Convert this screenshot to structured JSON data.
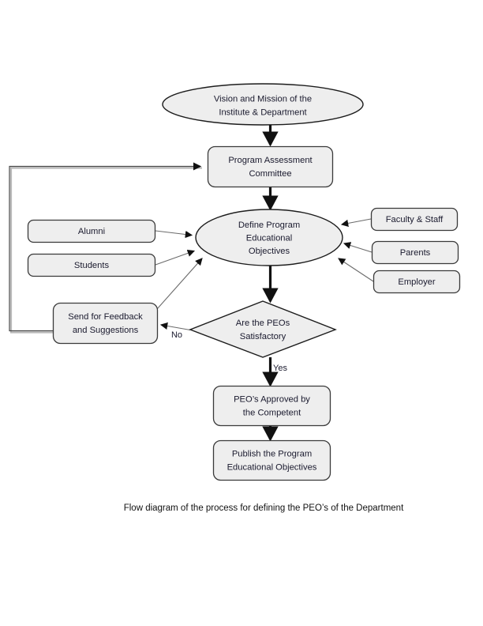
{
  "document": {
    "background_color": "#ffffff",
    "caption": "Flow diagram of the process for defining the PEO’s of the Department"
  },
  "theme": {
    "shape_fill": "#eeeeee",
    "shape_stroke": "#1c1c1c",
    "text_color": "#1a1a2e",
    "connector_color": "#111111"
  },
  "diagram": {
    "type": "flowchart",
    "title": "Flow diagram of the process for defining the PEO’s of the Department",
    "nodes": {
      "vision_mission": {
        "shape": "ellipse",
        "line1": "Vision and Mission of the",
        "line2": "Institute & Department"
      },
      "program_assessment_committee": {
        "shape": "rounded-rectangle",
        "line1": "Program Assessment",
        "line2": "Committee"
      },
      "define_peo": {
        "shape": "ellipse",
        "line1": "Define Program",
        "line2": "Educational",
        "line3": "Objectives"
      },
      "alumni": {
        "shape": "rounded-rectangle",
        "line1": "Alumni"
      },
      "students": {
        "shape": "rounded-rectangle",
        "line1": "Students"
      },
      "faculty_staff": {
        "shape": "rounded-rectangle",
        "line1": "Faculty & Staff"
      },
      "parents": {
        "shape": "rounded-rectangle",
        "line1": "Parents"
      },
      "employer": {
        "shape": "rounded-rectangle",
        "line1": "Employer"
      },
      "send_for_feedback": {
        "shape": "rounded-rectangle",
        "line1": "Send for Feedback",
        "line2": "and Suggestions"
      },
      "peos_satisfactory": {
        "shape": "diamond",
        "line1": "Are the PEOs",
        "line2": "Satisfactory"
      },
      "peo_approved": {
        "shape": "rounded-rectangle",
        "line1": "PEO’s Approved by",
        "line2": "the Competent"
      },
      "publish_peo": {
        "shape": "rounded-rectangle",
        "line1": "Publish the Program",
        "line2": "Educational Objectives"
      }
    },
    "edge_labels": {
      "no": "No",
      "yes": "Yes"
    },
    "edges": [
      {
        "from": "vision_mission",
        "to": "program_assessment_committee",
        "label": ""
      },
      {
        "from": "program_assessment_committee",
        "to": "define_peo",
        "label": ""
      },
      {
        "from": "alumni",
        "to": "define_peo",
        "label": ""
      },
      {
        "from": "students",
        "to": "define_peo",
        "label": ""
      },
      {
        "from": "faculty_staff",
        "to": "define_peo",
        "label": ""
      },
      {
        "from": "parents",
        "to": "define_peo",
        "label": ""
      },
      {
        "from": "employer",
        "to": "define_peo",
        "label": ""
      },
      {
        "from": "send_for_feedback",
        "to": "define_peo",
        "label": ""
      },
      {
        "from": "define_peo",
        "to": "peos_satisfactory",
        "label": ""
      },
      {
        "from": "peos_satisfactory",
        "to": "send_for_feedback",
        "label": "No"
      },
      {
        "from": "peos_satisfactory",
        "to": "peo_approved",
        "label": "Yes"
      },
      {
        "from": "peo_approved",
        "to": "publish_peo",
        "label": ""
      },
      {
        "from": "send_for_feedback",
        "to": "program_assessment_committee",
        "label": ""
      }
    ]
  }
}
